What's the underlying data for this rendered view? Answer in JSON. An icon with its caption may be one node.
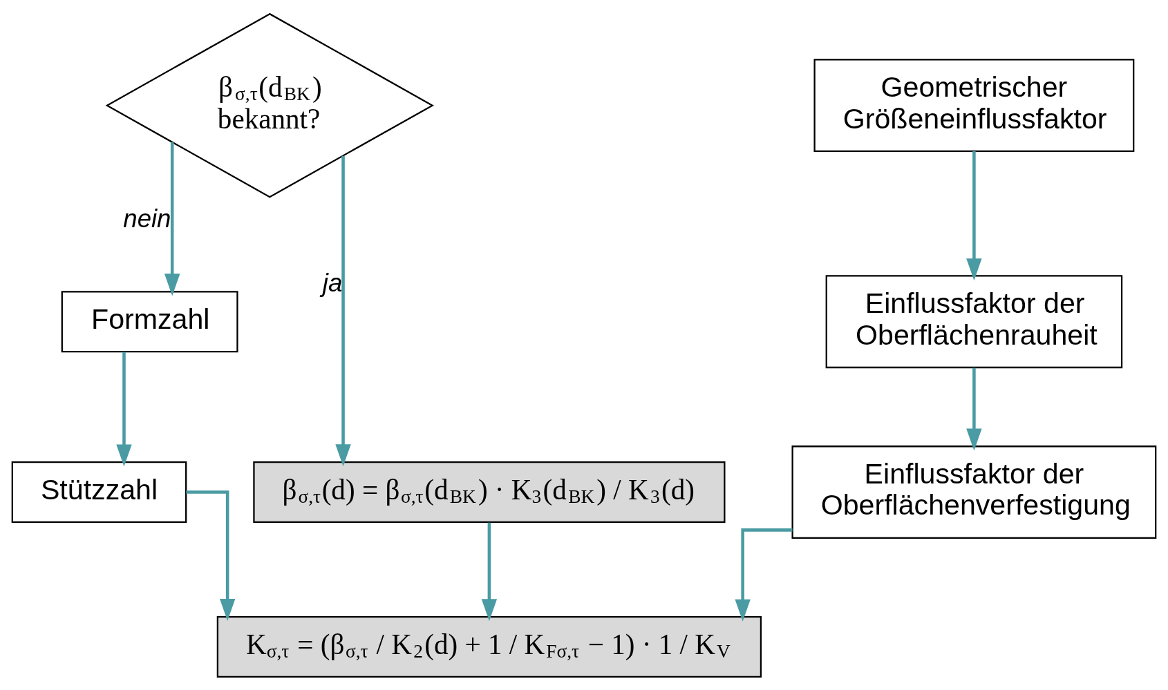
{
  "diagram": {
    "nodes": [
      {
        "text": [
          "β$_{σ,τ}$(d$_{BK}$) bekannt?"
        ]
      },
      {
        "text": [
          "Formzahl"
        ]
      },
      {
        "text": [
          "Stützzahl"
        ]
      },
      {
        "text": [
          "β$_{σ,τ}$(d) = β$_{σ,τ}$(d$_{BK}$) · K$_{3}$(d$_{BK}$) / K$_{3}$(d)"
        ]
      },
      {
        "text": [
          "K$_{σ,τ}$ = (β$_{σ,τ}$ / K$_{2}$(d) + 1 / K$_{Fσ,τ}$ − 1) · 1 / K$_{V}$"
        ]
      },
      {
        "text": [
          "Geometrischer Größeneinflussfaktor"
        ]
      },
      {
        "text": [
          "Einflussfaktor der Oberflächenrauheit"
        ]
      },
      {
        "text": [
          "Einflussfaktor der Oberflächenverfestigung"
        ]
      }
    ],
    "edges": [
      {
        "from": 0,
        "to": 1,
        "arrow": "to",
        "label": "nein"
      },
      {
        "from": 0,
        "to": 3,
        "arrow": "to",
        "label": "ja"
      },
      {
        "from": 1,
        "to": 2,
        "arrow": "to"
      },
      {
        "from": 2,
        "to": 4,
        "arrow": "to"
      },
      {
        "from": 3,
        "to": 4,
        "arrow": "to"
      },
      {
        "from": 5,
        "to": 6,
        "arrow": "to"
      },
      {
        "from": 6,
        "to": 7,
        "arrow": "to"
      },
      {
        "from": 7,
        "to": 4,
        "arrow": "to"
      }
    ]
  }
}
